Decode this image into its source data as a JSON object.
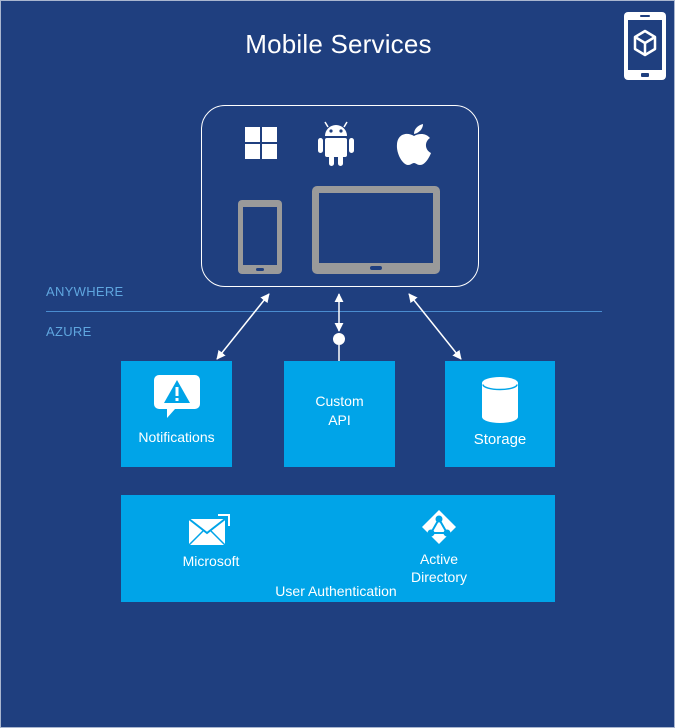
{
  "diagram": {
    "title": "Mobile Services",
    "zones": {
      "top": "ANYWHERE",
      "bottom": "AZURE"
    },
    "services": {
      "notifications": "Notifications",
      "custom_api": "Custom\nAPI",
      "storage": "Storage"
    },
    "auth": {
      "microsoft": "Microsoft",
      "active_directory": "Active\nDirectory",
      "caption": "User Authentication"
    },
    "icons": {
      "header": "mobile-device-cube-icon",
      "platforms": [
        "windows-icon",
        "android-icon",
        "apple-icon"
      ],
      "devices": [
        "phone-icon",
        "tablet-icon"
      ],
      "notifications": "warning-icon",
      "storage": "database-icon",
      "microsoft": "mail-icon",
      "active_directory": "directory-icon"
    },
    "colors": {
      "background": "#1f3f7f",
      "tile": "#00a4e8",
      "zone_text": "#5fa6df",
      "device": "#9a9a9a"
    }
  }
}
